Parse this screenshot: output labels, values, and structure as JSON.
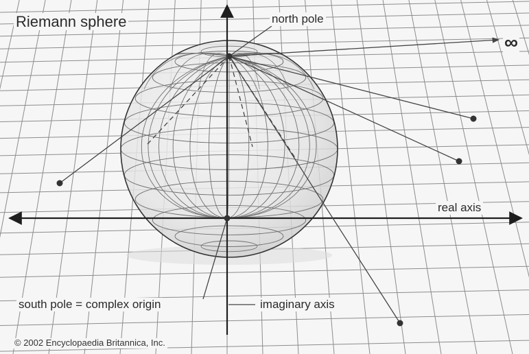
{
  "title": "Riemann sphere",
  "labels": {
    "north_pole": "north pole",
    "infinity": "∞",
    "real_axis": "real axis",
    "south_pole": "south pole = complex origin",
    "imaginary_axis": "imaginary axis"
  },
  "credit": "© 2002 Encyclopaedia Britannica, Inc.",
  "colors": {
    "background": "#f6f6f6",
    "grid": "#8c8c8c",
    "axis": "#1e1e1e",
    "sphere_outline": "#333333",
    "sphere_fill": "#e6e6e6",
    "projection_line": "#444444",
    "point": "#333333"
  }
}
